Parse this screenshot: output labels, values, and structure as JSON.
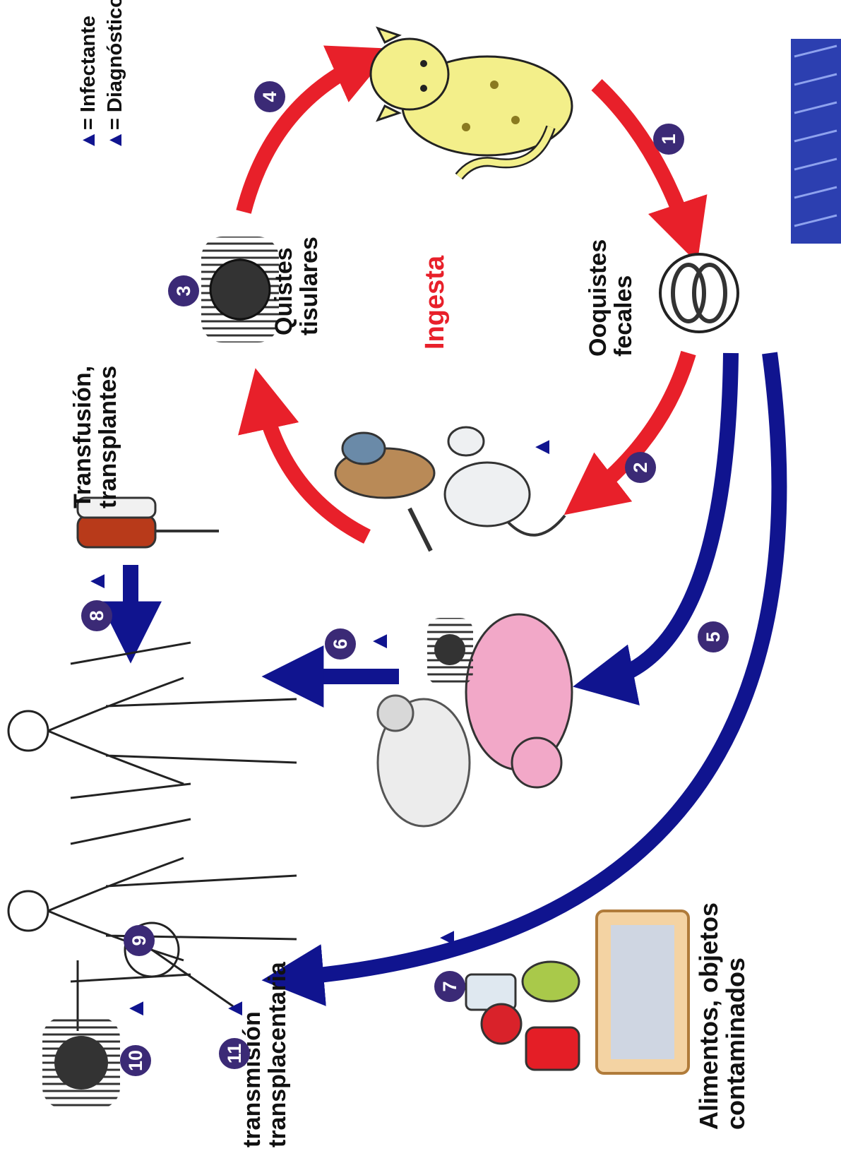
{
  "legend": {
    "infectante": "= Infectante",
    "diagnostico": "= Diagnóstico",
    "symbol": "▲"
  },
  "labels": {
    "ingesta": "Ingesta",
    "quistes": "Quistes\ntisulares",
    "ooquistes": "Ooquistes\nfecales",
    "transfusion": "Transfusión,\ntransplantes",
    "alimentos": "Alimentos, objetos\ncontaminados",
    "transmision": "transmisión\ntransplacentaria"
  },
  "steps": [
    "1",
    "2",
    "3",
    "4",
    "5",
    "6",
    "7",
    "8",
    "9",
    "10",
    "11"
  ],
  "colors": {
    "red_arrow": "#e8202a",
    "blue_arrow": "#10148f",
    "badge": "#3b2a76",
    "cat": "#f3ef8a",
    "pig": "#f2a8c8",
    "blood": "#b83a1a"
  }
}
